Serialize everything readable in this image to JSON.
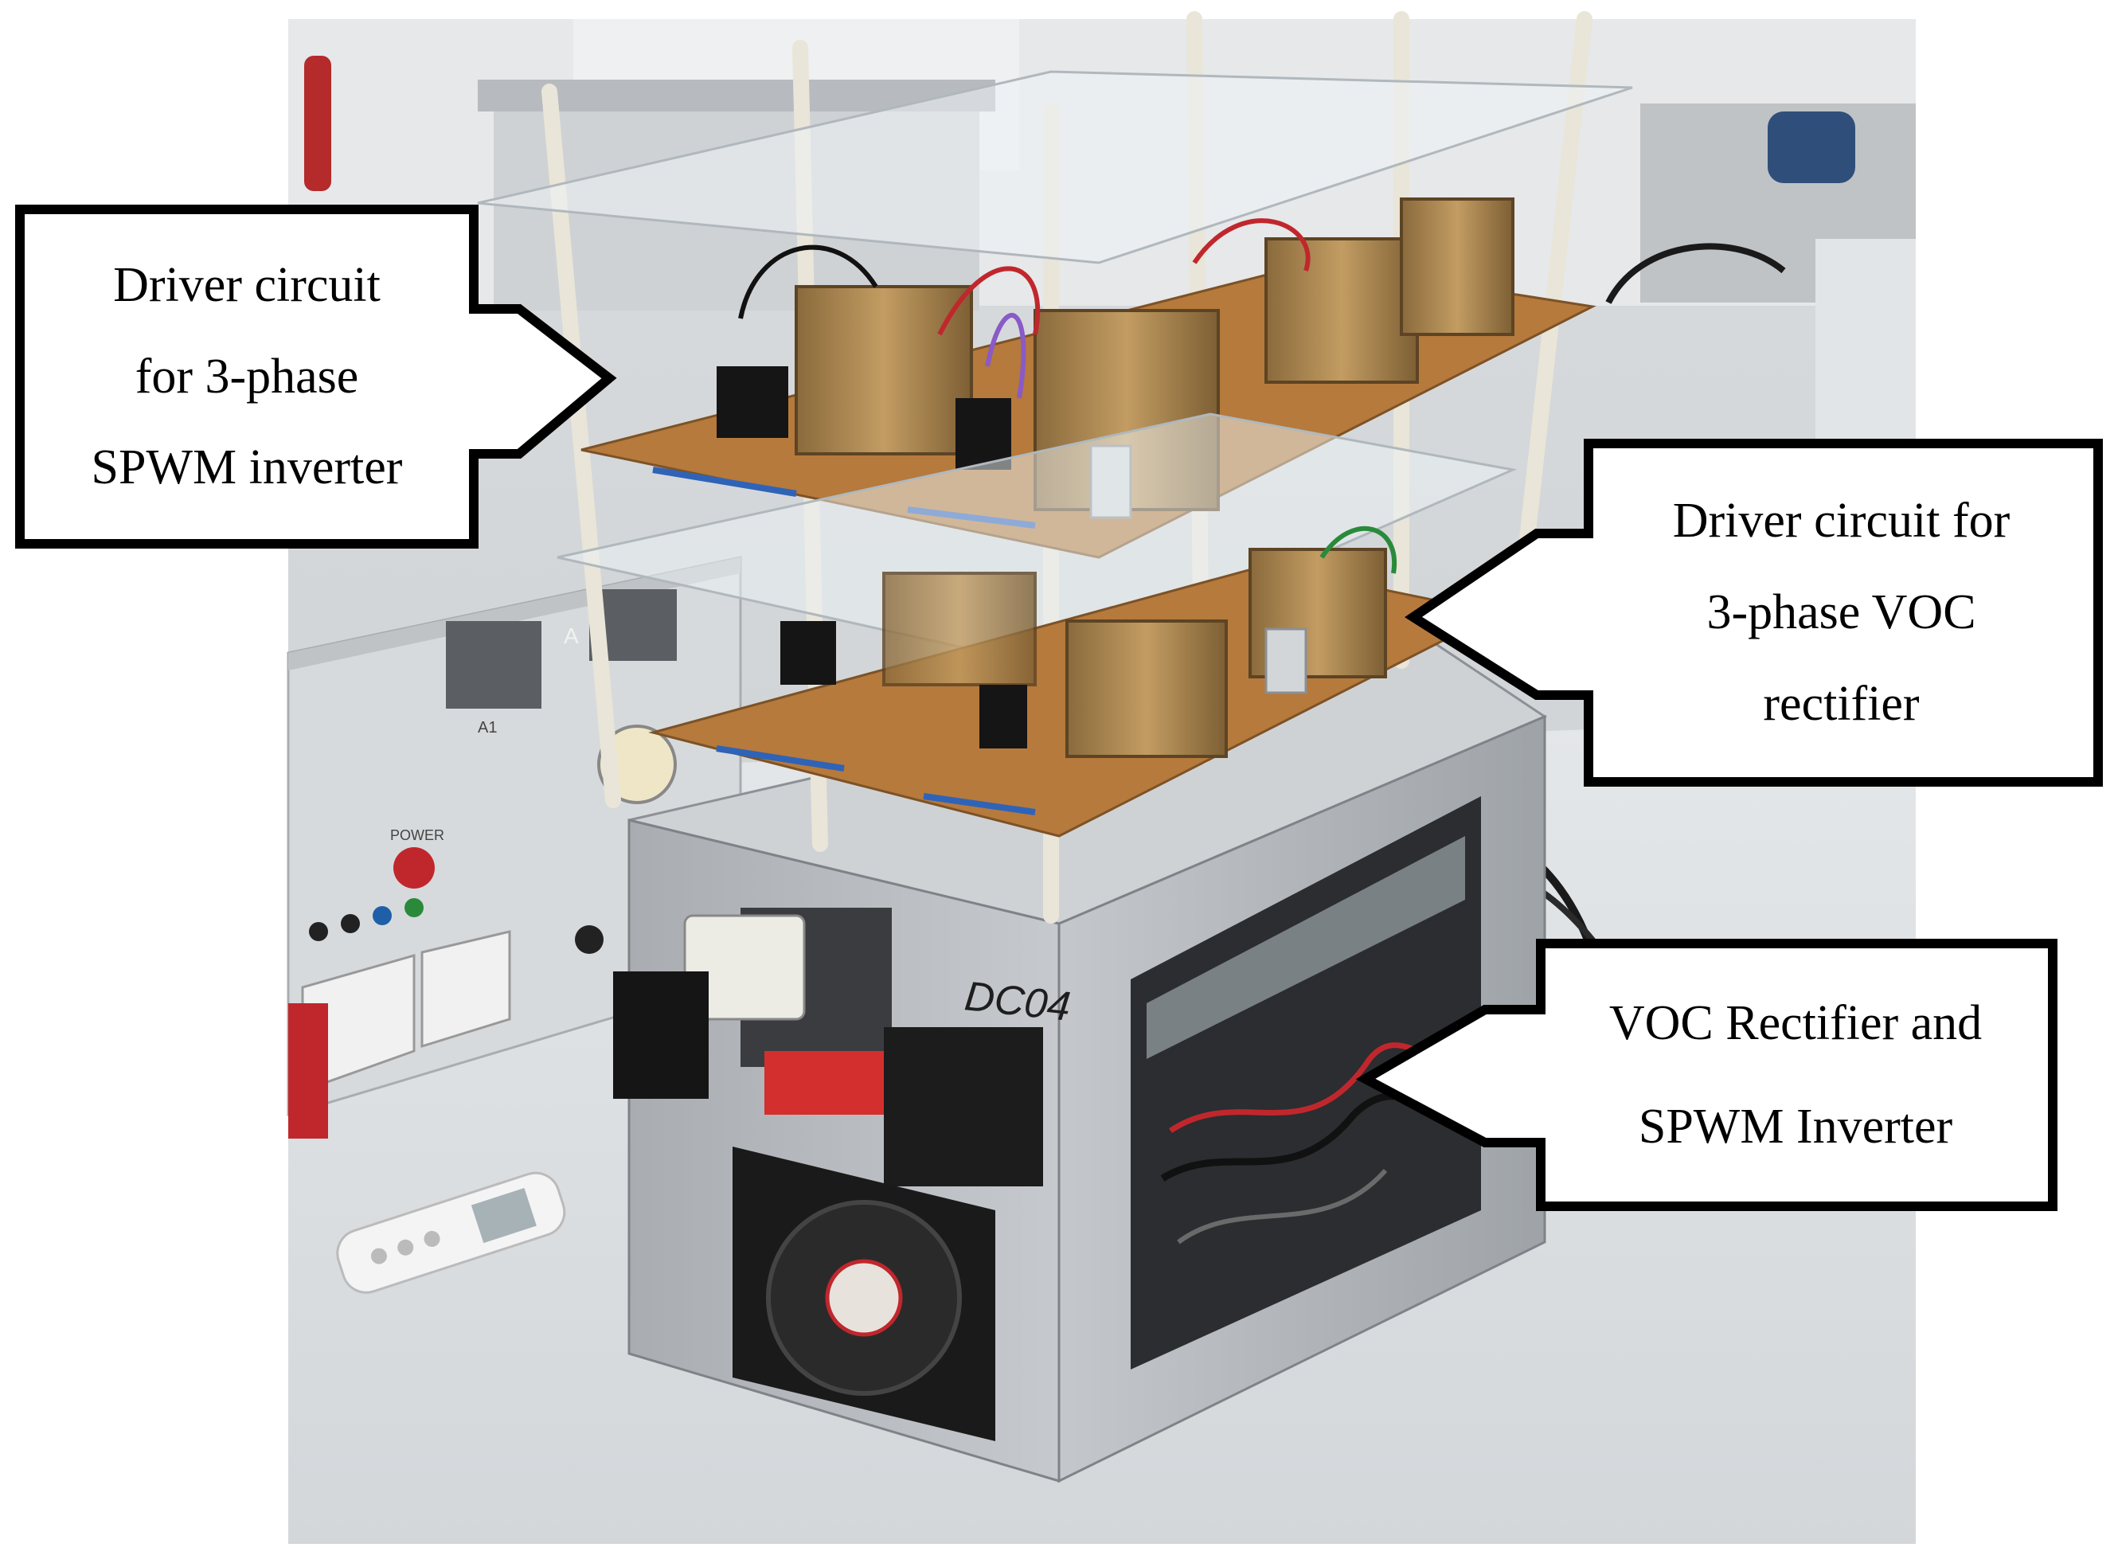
{
  "figure": {
    "photo_subject": "lab prototype of a 3-phase VOC rectifier and SPWM inverter with stacked driver boards",
    "colors": {
      "frame": "#000000",
      "callout_fill": "#ffffff",
      "chassis": "#b9bcc0",
      "pcb": "#b57a3c",
      "transformer": "#a8834f",
      "bench": "#dfe2e4"
    }
  },
  "callouts": {
    "driver_spwm": {
      "line1": "Driver circuit",
      "line2": "for 3-phase",
      "line3": "SPWM inverter"
    },
    "driver_voc": {
      "line1": "Driver circuit for",
      "line2": "3-phase VOC",
      "line3": "rectifier"
    },
    "power_stage": {
      "line1": "VOC Rectifier and",
      "line2": "SPWM Inverter"
    }
  },
  "photo_labels": {
    "chassis_marking": "DC04",
    "display_a": "A",
    "channel_a1": "A1",
    "power_label": "POWER"
  }
}
